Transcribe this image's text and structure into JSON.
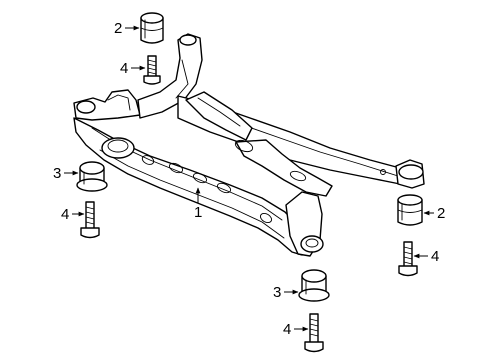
{
  "callouts": {
    "c1": "1",
    "c2_top": "2",
    "c2_right": "2",
    "c3_left": "3",
    "c3_bottom": "3",
    "c4_top": "4",
    "c4_left": "4",
    "c4_right": "4",
    "c4_bottom": "4"
  },
  "parts": [
    {
      "number": "1",
      "name": "subframe",
      "icon": "subframe-icon"
    },
    {
      "number": "2",
      "name": "upper bushing",
      "icon": "bushing-icon"
    },
    {
      "number": "3",
      "name": "lower bushing",
      "icon": "bushing-icon"
    },
    {
      "number": "4",
      "name": "bolt",
      "icon": "bolt-icon"
    }
  ],
  "colors": {
    "line": "#000000",
    "background": "#ffffff"
  }
}
